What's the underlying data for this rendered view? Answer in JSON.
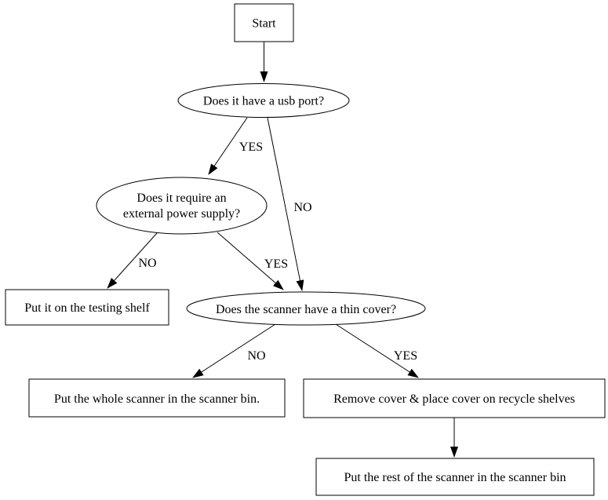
{
  "diagram": {
    "colors": {
      "background": "#ffffff",
      "stroke": "#000000",
      "text": "#000000"
    },
    "nodes": {
      "start": {
        "label": "Start",
        "shape": "rectangle"
      },
      "usb": {
        "label": "Does it have a usb port?",
        "shape": "ellipse"
      },
      "power": {
        "label_line1": "Does it require an",
        "label_line2": "external power supply?",
        "shape": "ellipse"
      },
      "shelf": {
        "label": "Put it on the testing shelf",
        "shape": "rectangle"
      },
      "cover": {
        "label": "Does the scanner have a thin cover?",
        "shape": "ellipse"
      },
      "whole_bin": {
        "label": "Put the whole scanner in the scanner bin.",
        "shape": "rectangle"
      },
      "remove_cover": {
        "label": "Remove cover & place cover on recycle shelves",
        "shape": "rectangle"
      },
      "rest_bin": {
        "label": "Put the rest of the scanner in the scanner bin",
        "shape": "rectangle"
      }
    },
    "edges": {
      "start_usb": {
        "from": "start",
        "to": "usb",
        "label": ""
      },
      "usb_power": {
        "from": "usb",
        "to": "power",
        "label": "YES"
      },
      "usb_cover": {
        "from": "usb",
        "to": "cover",
        "label": "NO"
      },
      "power_shelf": {
        "from": "power",
        "to": "shelf",
        "label": "NO"
      },
      "power_cover": {
        "from": "power",
        "to": "cover",
        "label": "YES"
      },
      "cover_whole_bin": {
        "from": "cover",
        "to": "whole_bin",
        "label": "NO"
      },
      "cover_remove_cover": {
        "from": "cover",
        "to": "remove_cover",
        "label": "YES"
      },
      "remove_cover_rest_bin": {
        "from": "remove_cover",
        "to": "rest_bin",
        "label": ""
      }
    }
  }
}
